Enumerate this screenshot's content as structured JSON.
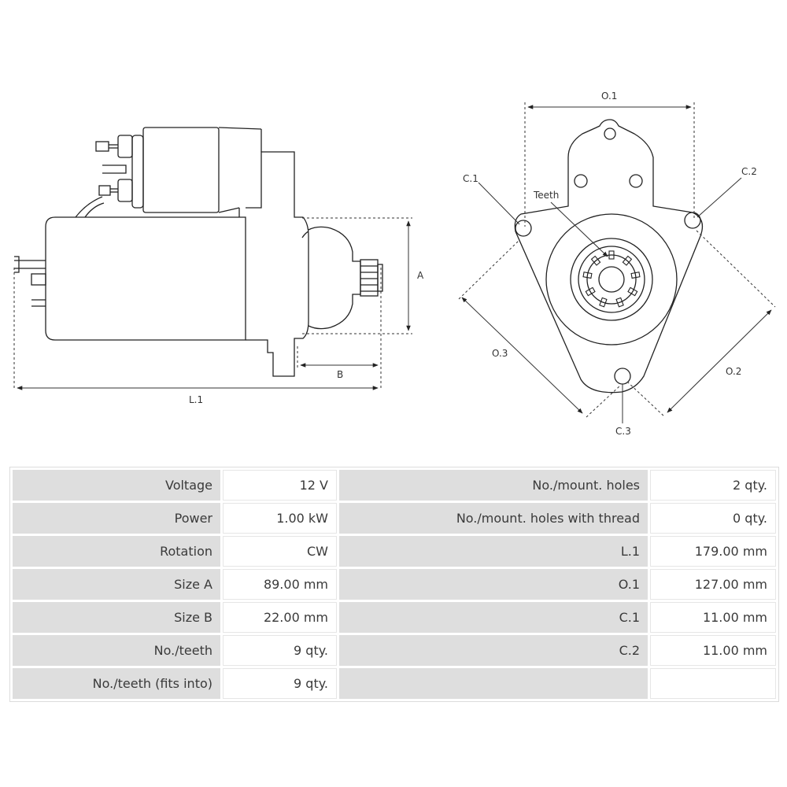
{
  "colors": {
    "line": "#222222",
    "label_bg": "#dedede",
    "text": "#3a3a3a"
  },
  "diagram": {
    "labels": {
      "a": "A",
      "b": "B",
      "l1": "L.1",
      "o1": "O.1",
      "o2": "O.2",
      "o3": "O.3",
      "c1": "C.1",
      "c2": "C.2",
      "c3": "C.3",
      "teeth": "Teeth"
    }
  },
  "specs": {
    "rows": [
      {
        "left_label": "Voltage",
        "left_value": "12 V",
        "right_label": "No./mount. holes",
        "right_value": "2 qty."
      },
      {
        "left_label": "Power",
        "left_value": "1.00 kW",
        "right_label": "No./mount. holes with thread",
        "right_value": "0 qty."
      },
      {
        "left_label": "Rotation",
        "left_value": "CW",
        "right_label": "L.1",
        "right_value": "179.00 mm"
      },
      {
        "left_label": "Size A",
        "left_value": "89.00 mm",
        "right_label": "O.1",
        "right_value": "127.00 mm"
      },
      {
        "left_label": "Size B",
        "left_value": "22.00 mm",
        "right_label": "C.1",
        "right_value": "11.00 mm"
      },
      {
        "left_label": "No./teeth",
        "left_value": "9 qty.",
        "right_label": "C.2",
        "right_value": "11.00 mm"
      },
      {
        "left_label": "No./teeth (fits into)",
        "left_value": "9 qty.",
        "right_label": "",
        "right_value": ""
      }
    ]
  }
}
